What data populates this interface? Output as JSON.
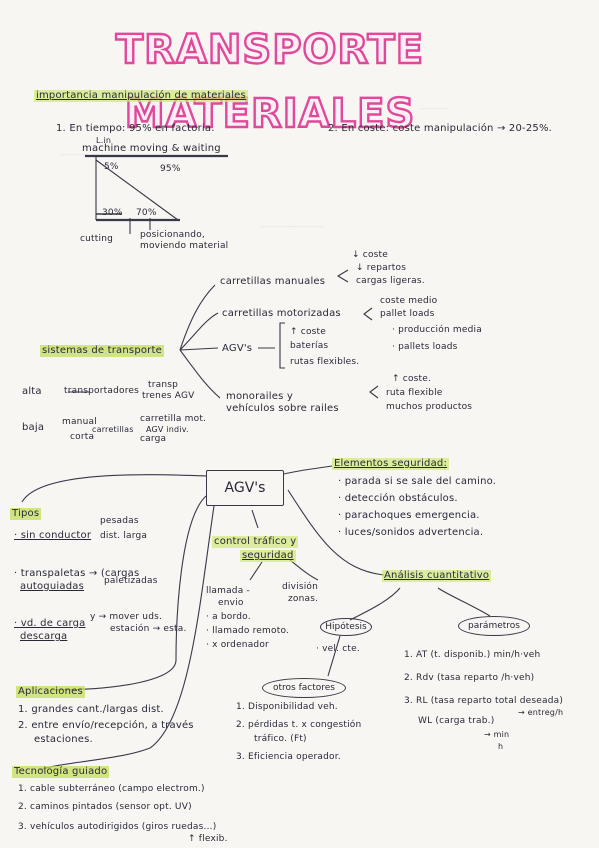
{
  "title": "TRANSPORTE MATERIALES",
  "importancia": {
    "heading": "importancia manipulación de materiales",
    "item1": "1. En tiempo: 95% en factoria.",
    "item1_sub1": "L.in",
    "item1_sub2": "machine moving & waiting",
    "diagram_5": "5%",
    "diagram_95": "95%",
    "diagram_30": "30%",
    "diagram_70": "70%",
    "cutting": "cutting",
    "posicionando": "posicionando,",
    "moviendo": "moviendo material",
    "item2": "2. En coste: coste manipulación → 20-25%."
  },
  "sistemas": {
    "heading": "sistemas de transporte",
    "carretillas_manuales": "carretillas manuales",
    "cm_1": "↓ coste",
    "cm_2": "↓ repartos",
    "cm_3": "cargas ligeras.",
    "carretillas_motorizadas": "carretillas motorizadas",
    "mot_1": "coste medio",
    "mot_2": "pallet loads",
    "agvs": "AGV's",
    "agv_1": "↑ coste",
    "agv_2": "baterías",
    "agv_3": "rutas flexibles.",
    "agv_4": "· producción media",
    "agv_5": "· pallets loads",
    "monorailes": "monorailes y",
    "vehiculos": "vehículos sobre railes",
    "mono_1": "↑ coste.",
    "mono_2": "ruta flexible",
    "mono_3": "muchos productos",
    "alta": "alta",
    "transportadores": "transportadores",
    "transp": "transp",
    "trenes": "trenes AGV",
    "baja": "baja",
    "manual": "manual",
    "carretillas": "carretillas",
    "corta": "corta",
    "carretilla_mot": "carretilla mot.",
    "agv_indiv": "AGV indiv.",
    "carga": "carga"
  },
  "agv_box": "AGV's",
  "tipos": {
    "heading": "Tipos",
    "sin_conductor": "· sin conductor",
    "pesadas": "pesadas",
    "dist_larga": "dist. larga",
    "transpaletas": "· transpaletas → (cargas",
    "autoguiadas": "autoguiadas",
    "paletizadas": "paletizadas",
    "vd_carga": "· vd. de carga",
    "descarga": "descarga",
    "y_mover": "y → mover uds.",
    "estacion": "estación → esta."
  },
  "seguridad": {
    "heading": "Elementos seguridad:",
    "items": [
      "· parada si se sale del camino.",
      "· detección obstáculos.",
      "· parachoques emergencia.",
      "· luces/sonidos advertencia."
    ]
  },
  "control": {
    "heading1": "control tráfico y",
    "heading2": "seguridad",
    "llamada": "llamada -",
    "envio": "envio",
    "a_bordo": "· a bordo.",
    "llamado_remoto": "· llamado remoto.",
    "x_ordenador": "· x ordenador",
    "division": "división",
    "zonas": "zonas."
  },
  "analisis": {
    "heading": "Análisis cuantitativo",
    "hipotesis": "Hipótesis",
    "vel_cte": "· vel. cte.",
    "parametros": "parámetros",
    "p1": "1. AT (t. disponib.) min/h·veh",
    "p2": "2. Rdv (tasa reparto /h·veh)",
    "p3": "3. RL (tasa reparto total deseada)",
    "p3_unit": "→ entreg/h",
    "wl": "WL (carga trab.)",
    "wl_unit1": "→ min",
    "wl_unit2": "h"
  },
  "otros": {
    "heading": "otros factores",
    "items": [
      "1. Disponibilidad veh.",
      "2. pérdidas t. x congestión",
      "tráfico. (Ft)",
      "3. Eficiencia operador."
    ]
  },
  "aplicaciones": {
    "heading": "Aplicaciones",
    "items": [
      "1. grandes cant./largas dist.",
      "2. entre envío/recepción, a través",
      "estaciones."
    ]
  },
  "tecnologia": {
    "heading": "Tecnología guiado",
    "items": [
      "1. cable subterráneo (campo electrom.)",
      "2. caminos pintados (sensor opt. UV)",
      "3. vehículos autodirigidos (giros ruedas...)",
      "↑ flexib."
    ]
  }
}
